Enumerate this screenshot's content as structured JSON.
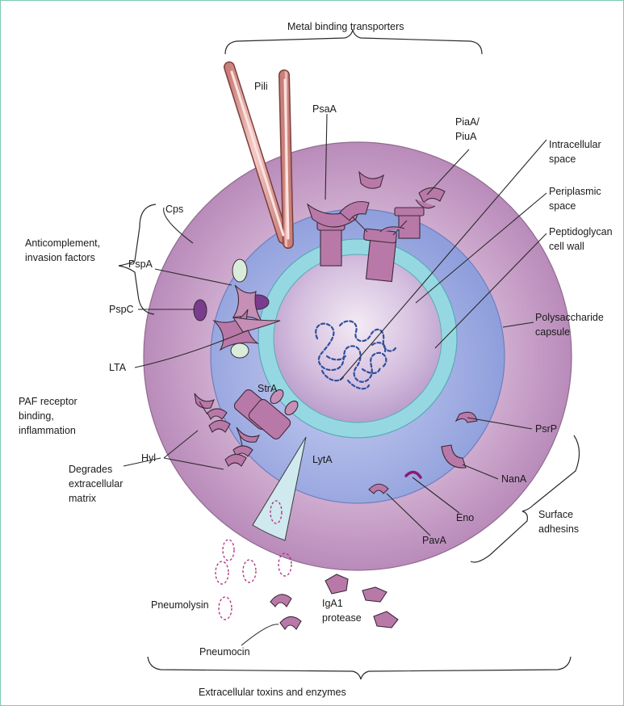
{
  "labels": {
    "metal_binding": "Metal binding transporters",
    "pili": "Pili",
    "psaa": "PsaA",
    "piaa_1": "PiaA/",
    "piaa_2": "PiuA",
    "intracellular_1": "Intracellular",
    "intracellular_2": "space",
    "periplasmic_1": "Periplasmic",
    "periplasmic_2": "space",
    "peptidoglycan_1": "Peptidoglycan",
    "peptidoglycan_2": "cell wall",
    "polysaccharide_1": "Polysaccharide",
    "polysaccharide_2": "capsule",
    "cps": "Cps",
    "anticomplement_1": "Anticomplement,",
    "anticomplement_2": "invasion factors",
    "pspa": "PspA",
    "pspc": "PspC",
    "lta": "LTA",
    "paf_1": "PAF receptor",
    "paf_2": "binding,",
    "paf_3": "inflammation",
    "stra": "StrA",
    "hyl": "Hyl",
    "degrades_1": "Degrades",
    "degrades_2": "extracellular",
    "degrades_3": "matrix",
    "lyta": "LytA",
    "psrp": "PsrP",
    "nana": "NanA",
    "eno": "Eno",
    "pava": "PavA",
    "surface_1": "Surface",
    "surface_2": "adhesins",
    "pneumolysin": "Pneumolysin",
    "iga1_1": "IgA1",
    "iga1_2": "protease",
    "pneumocin": "Pneumocin",
    "extracellular": "Extracellular toxins and enzymes"
  },
  "colors": {
    "capsule": "#caa0c9",
    "cell_wall": "#aab5e6",
    "periplasm_ring": "#8fd3e0",
    "cytoplasm": "#cdb1d8",
    "protein": "#b979a8",
    "dna": "#2d4f9e",
    "pili": "#e8a9a4",
    "toxin": "#b0287f",
    "frame": "#7fc9b3"
  }
}
